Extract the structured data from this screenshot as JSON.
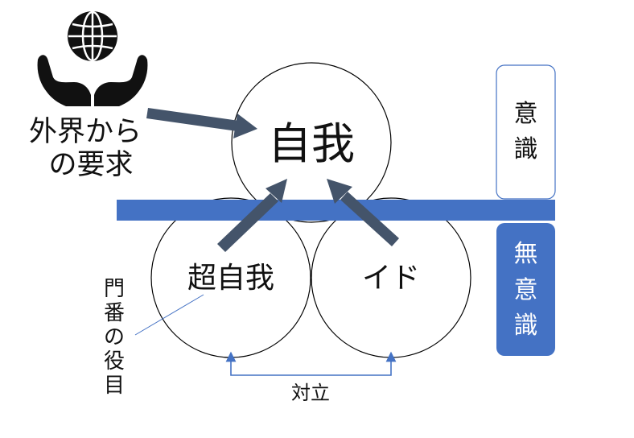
{
  "labels": {
    "ego": "自我",
    "superego": "超自我",
    "id": "イド",
    "external_line1": "外界から",
    "external_line2": "の要求",
    "conscious_chars": [
      "意",
      "識"
    ],
    "unconscious_chars": [
      "無",
      "意",
      "識"
    ],
    "gatekeeper_chars": [
      "門",
      "番",
      "の",
      "役",
      "目"
    ],
    "conflict": "対立"
  },
  "icons": {
    "hands_globe": "hands-holding-globe-icon"
  },
  "colors": {
    "boundary_bar": "#4472C4",
    "arrow": "#44546A",
    "conflict_arrow": "#4472C4",
    "circle_stroke": "#000000",
    "conscious_box_border": "#4472C4",
    "unconscious_box_fill": "#4472C4"
  }
}
